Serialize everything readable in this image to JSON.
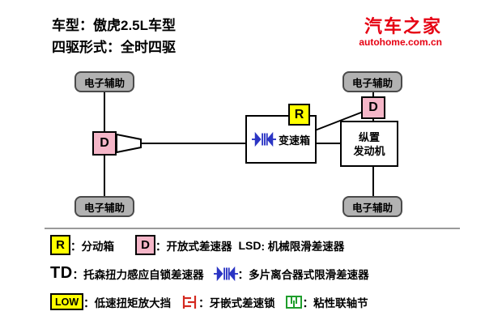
{
  "header": {
    "model_line": "车型：傲虎2.5L车型",
    "drivetrain_line": "四驱形式：全时四驱"
  },
  "logo": {
    "brand": "汽车之家",
    "domain": "autohome.com.cn"
  },
  "diagram": {
    "wheels": [
      {
        "label": "电子辅助"
      },
      {
        "label": "电子辅助"
      },
      {
        "label": "电子辅助"
      },
      {
        "label": "电子辅助"
      }
    ],
    "front_differential": "D",
    "rear_differential": "D",
    "transfer_case": "R",
    "gearbox": "变速箱",
    "engine_line1": "纵置",
    "engine_line2": "发动机"
  },
  "legend": {
    "transfer": {
      "symbol": "R",
      "label": "：分动箱"
    },
    "open_diff": {
      "symbol": "D",
      "label": "：开放式差速器"
    },
    "lsd": {
      "symbol": "LSD",
      "label": ": 机械限滑差速器"
    },
    "torsen": {
      "symbol": "TD",
      "label": "：托森扭力感应自锁差速器"
    },
    "multi_plate_clutch": {
      "label": "：多片离合器式限滑差速器"
    },
    "low_gear": {
      "symbol": "LOW",
      "label": "：低速扭矩放大挡"
    },
    "dog_clutch_lock": {
      "label": "：牙嵌式差速锁"
    },
    "viscous_coupling": {
      "label": "：粘性联轴节"
    }
  },
  "colors": {
    "logo_red": "#e60012",
    "differential_pink": "#f5b6c8",
    "transfer_yellow": "#ffff00",
    "clutch_blue": "#2b35c4",
    "dog_clutch_red": "#d42a20",
    "viscous_green": "#1f9e2c",
    "wheel_gray": "#b2b2b2"
  }
}
